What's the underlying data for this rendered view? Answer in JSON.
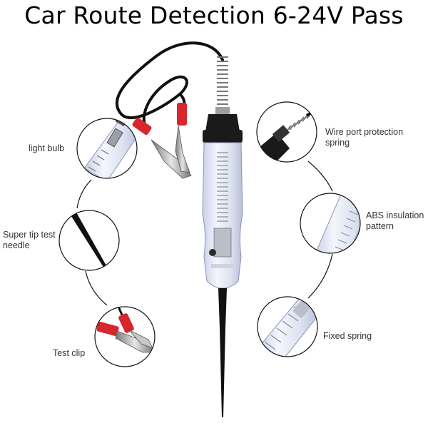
{
  "title": "Car Route Detection 6-24V Pass",
  "labels": {
    "light_bulb": "light bulb",
    "super_tip_line1": "Super tip test",
    "super_tip_line2": "needle",
    "test_clip": "Test clip",
    "wire_port_line1": "Wire port protection",
    "wire_port_line2": "spring",
    "abs_line1": "ABS insulation",
    "abs_line2": "pattern",
    "fixed_spring": "Fixed spring"
  },
  "colors": {
    "clip_red": "#d7262c",
    "handle_clear": "#e8ecf8",
    "cap_black": "#1a1a1a",
    "metal": "#9aa0a8"
  }
}
